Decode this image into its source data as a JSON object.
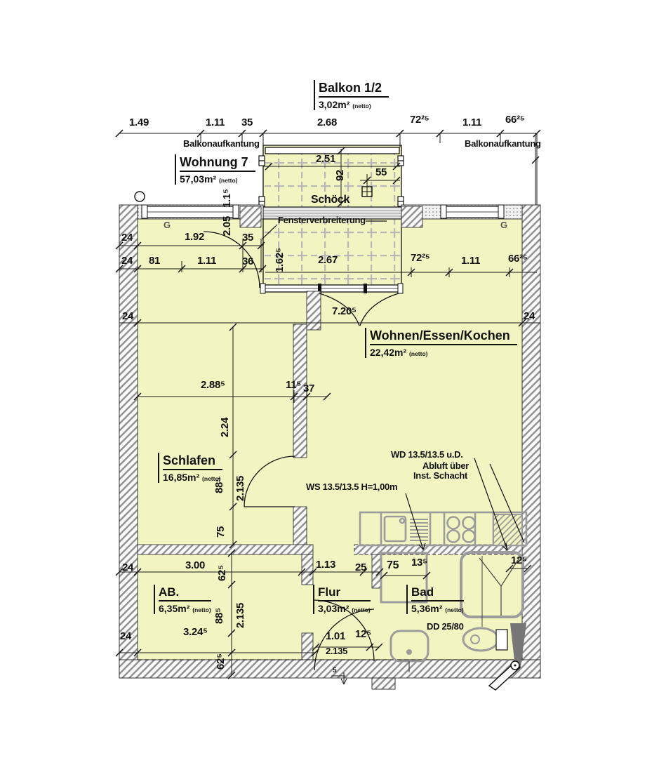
{
  "balkon": {
    "name": "Balkon 1/2",
    "area": "3,02m²",
    "netto": "(netto)"
  },
  "wohnung": {
    "name": "Wohnung 7",
    "area": "57,03m²",
    "netto": "(netto)"
  },
  "rooms": {
    "wohnen": {
      "name": "Wohnen/Essen/Kochen",
      "area": "22,42m²",
      "netto": "(netto)"
    },
    "schlafen": {
      "name": "Schlafen",
      "area": "16,85m²",
      "netto": "(netto)"
    },
    "ab": {
      "name": "AB.",
      "area": "6,35m²",
      "netto": "(netto)"
    },
    "flur": {
      "name": "Flur",
      "area": "3,03m²",
      "netto": "(netto)"
    },
    "bad": {
      "name": "Bad",
      "area": "5,36m²",
      "netto": "(netto)"
    }
  },
  "annotations": {
    "balkonaufkantung_left": "Balkonaufkantung",
    "balkonaufkantung_right": "Balkonaufkantung",
    "schoeck": "Schöck",
    "fenster": "Fensterverbreiterung",
    "wd": "WD 13.5/13.5 u.D.",
    "abluft_line1": "Abluft über",
    "abluft_line2": "Inst. Schacht",
    "ws": "WS 13.5/13.5 H=1,00m",
    "dd": "DD 25/80",
    "g_left": "G",
    "g_right": "G"
  },
  "dims": {
    "top": [
      "1.49",
      "1.11",
      "35",
      "2.68",
      "72²⁵",
      "1.11",
      "66²⁵"
    ],
    "balkon_w": "2.51",
    "balkon_55": "55",
    "balkon_92": "92",
    "row1": [
      "24",
      "1.92",
      "35"
    ],
    "row2": [
      "24",
      "81",
      "1.11",
      "36"
    ],
    "chain2": [
      "2.67",
      "72²⁵",
      "1.11",
      "66²⁵"
    ],
    "window_v": [
      "1.1⁵",
      "2.05"
    ],
    "fenster_v": "1.62⁵",
    "total": "7.20⁵",
    "total_l": "24",
    "total_r": "24",
    "mid": [
      "2.88⁵",
      "11⁵",
      "37"
    ],
    "mid_v": "2.24",
    "schlafen_door": [
      "88⁵",
      "2.135",
      "75"
    ],
    "row3": [
      "24",
      "3.00",
      "62⁵",
      "1.13",
      "25",
      "75",
      "13⁵",
      "12⁵"
    ],
    "ab_door": [
      "88⁵",
      "2.135"
    ],
    "row4": [
      "24",
      "3.24⁵",
      "62⁵",
      "1.01",
      "2.135",
      "12⁵"
    ],
    "entry": "5"
  },
  "colors": {
    "room_fill": "#f2f5c2",
    "fixture_gray": "#9c9c9c",
    "wall_hatch": "#8f8f8f"
  }
}
